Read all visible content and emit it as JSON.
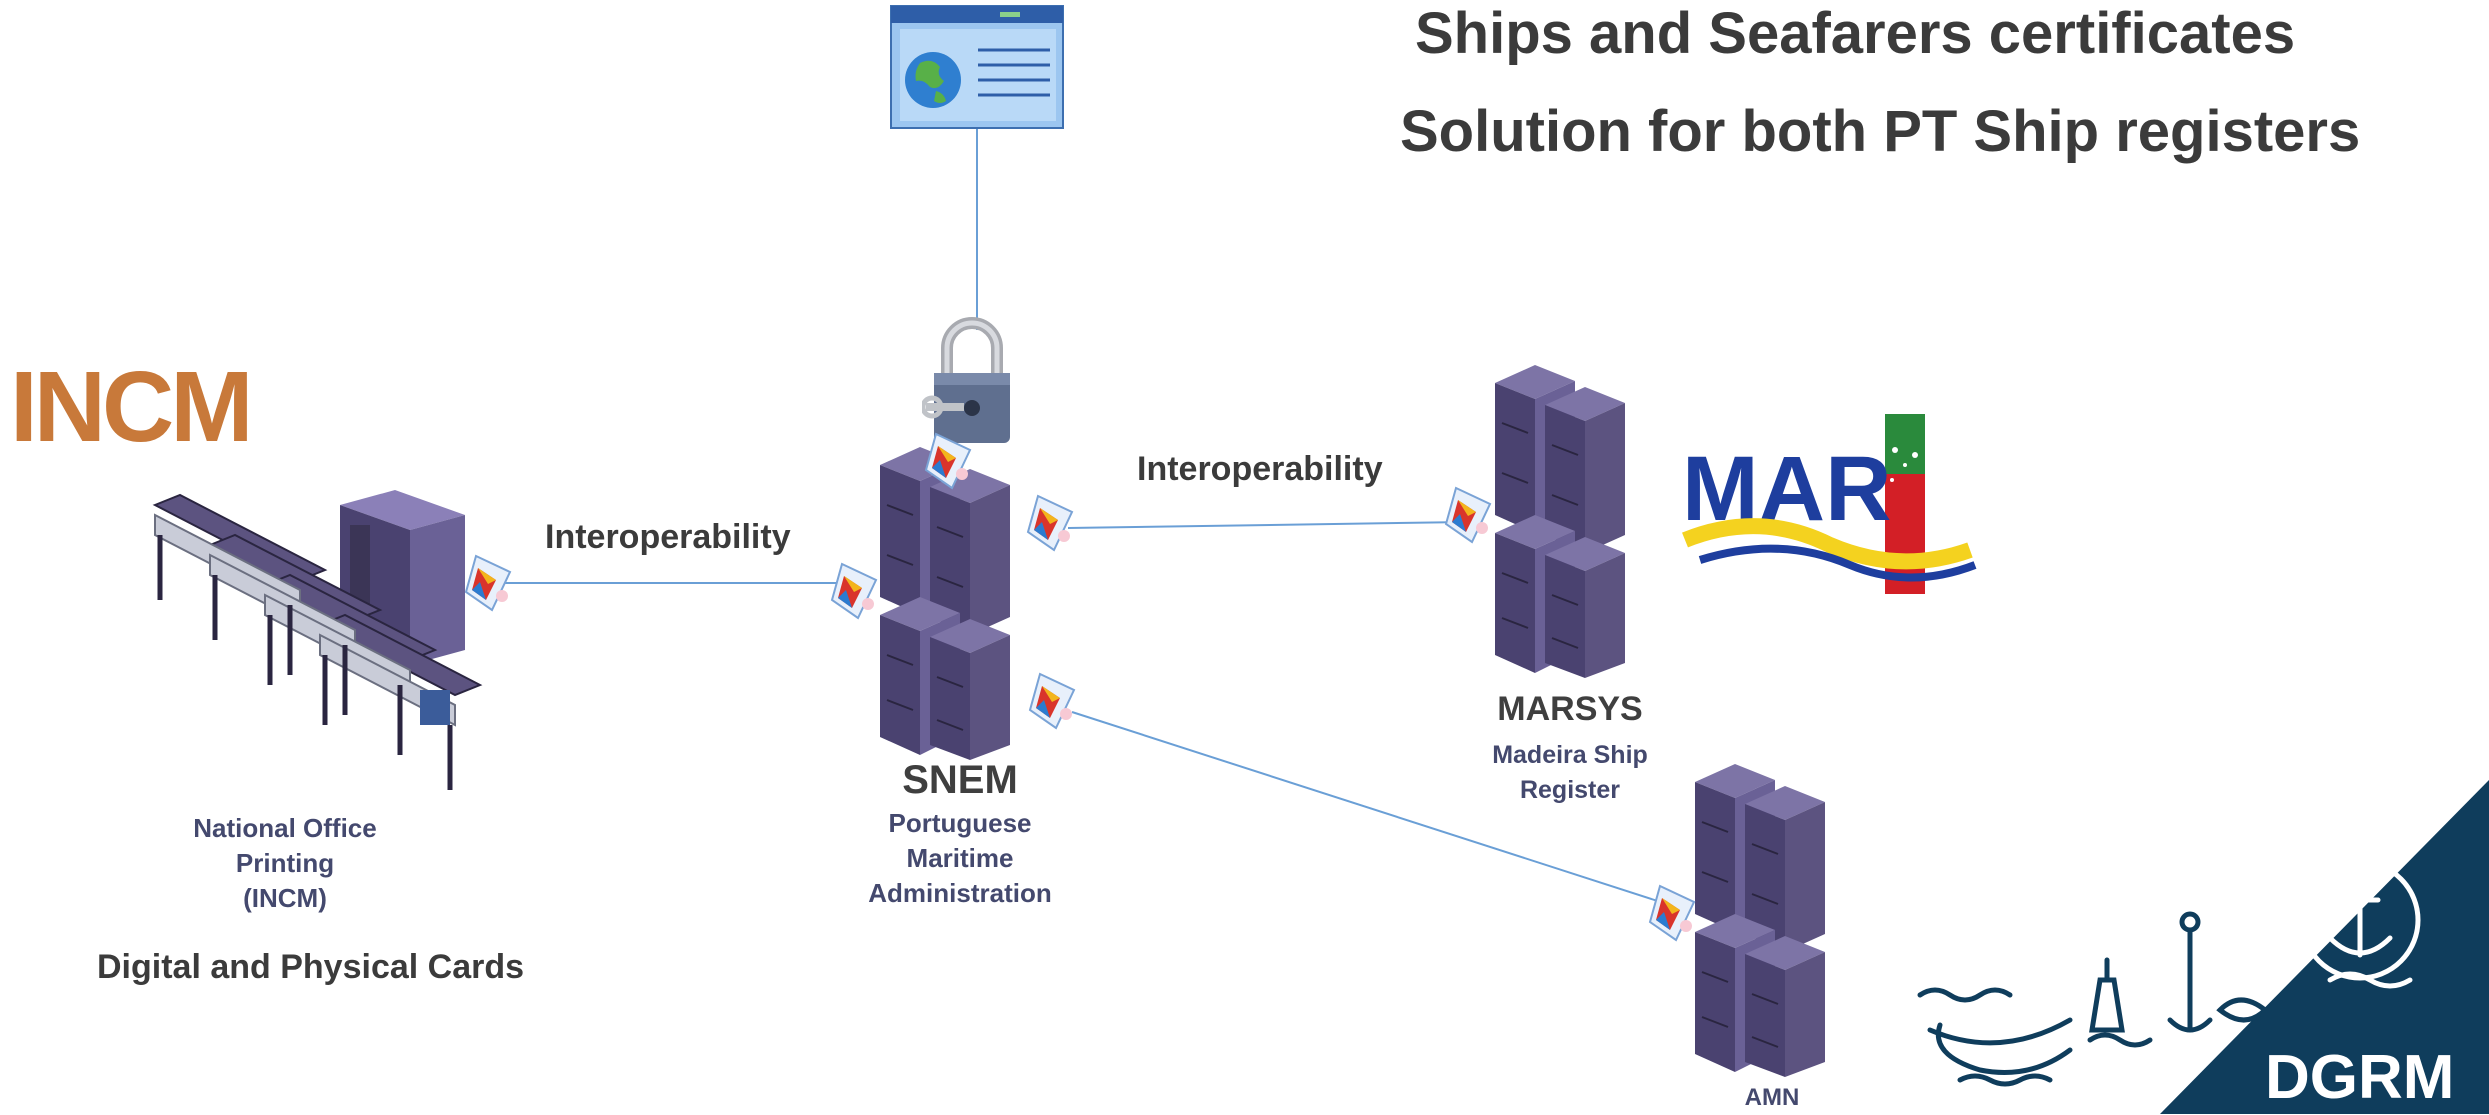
{
  "title": {
    "line1": "Ships and Seafarers certificates",
    "line2": "Solution for both PT Ship registers"
  },
  "connections": {
    "incm_snem": "Interoperability",
    "snem_marsys": "Interoperability"
  },
  "nodes": {
    "snem": {
      "name": "SNEM",
      "description_lines": [
        "Portuguese",
        "Maritime",
        "Administration"
      ]
    },
    "incm": {
      "logo_text": "INCM",
      "description_lines": [
        "National Office",
        "Printing",
        "(INCM)"
      ],
      "caption": "Digital and Physical Cards"
    },
    "marsys": {
      "name": "MARSYS",
      "logo_text": "MAR",
      "description_lines": [
        "Madeira Ship",
        "Register"
      ]
    },
    "amn": {
      "name": "AMN"
    }
  },
  "branding": {
    "logo_text": "DGRM",
    "color": "#0f3d5c"
  },
  "colors": {
    "server": "#5c5380",
    "server_dark": "#3b3556",
    "line": "#6a9fd6",
    "incm_orange": "#c8793a",
    "mar_blue": "#1e3e9e",
    "mar_yellow": "#f4d21f",
    "mar_red": "#d31f26",
    "mar_green": "#2a8a3c"
  }
}
